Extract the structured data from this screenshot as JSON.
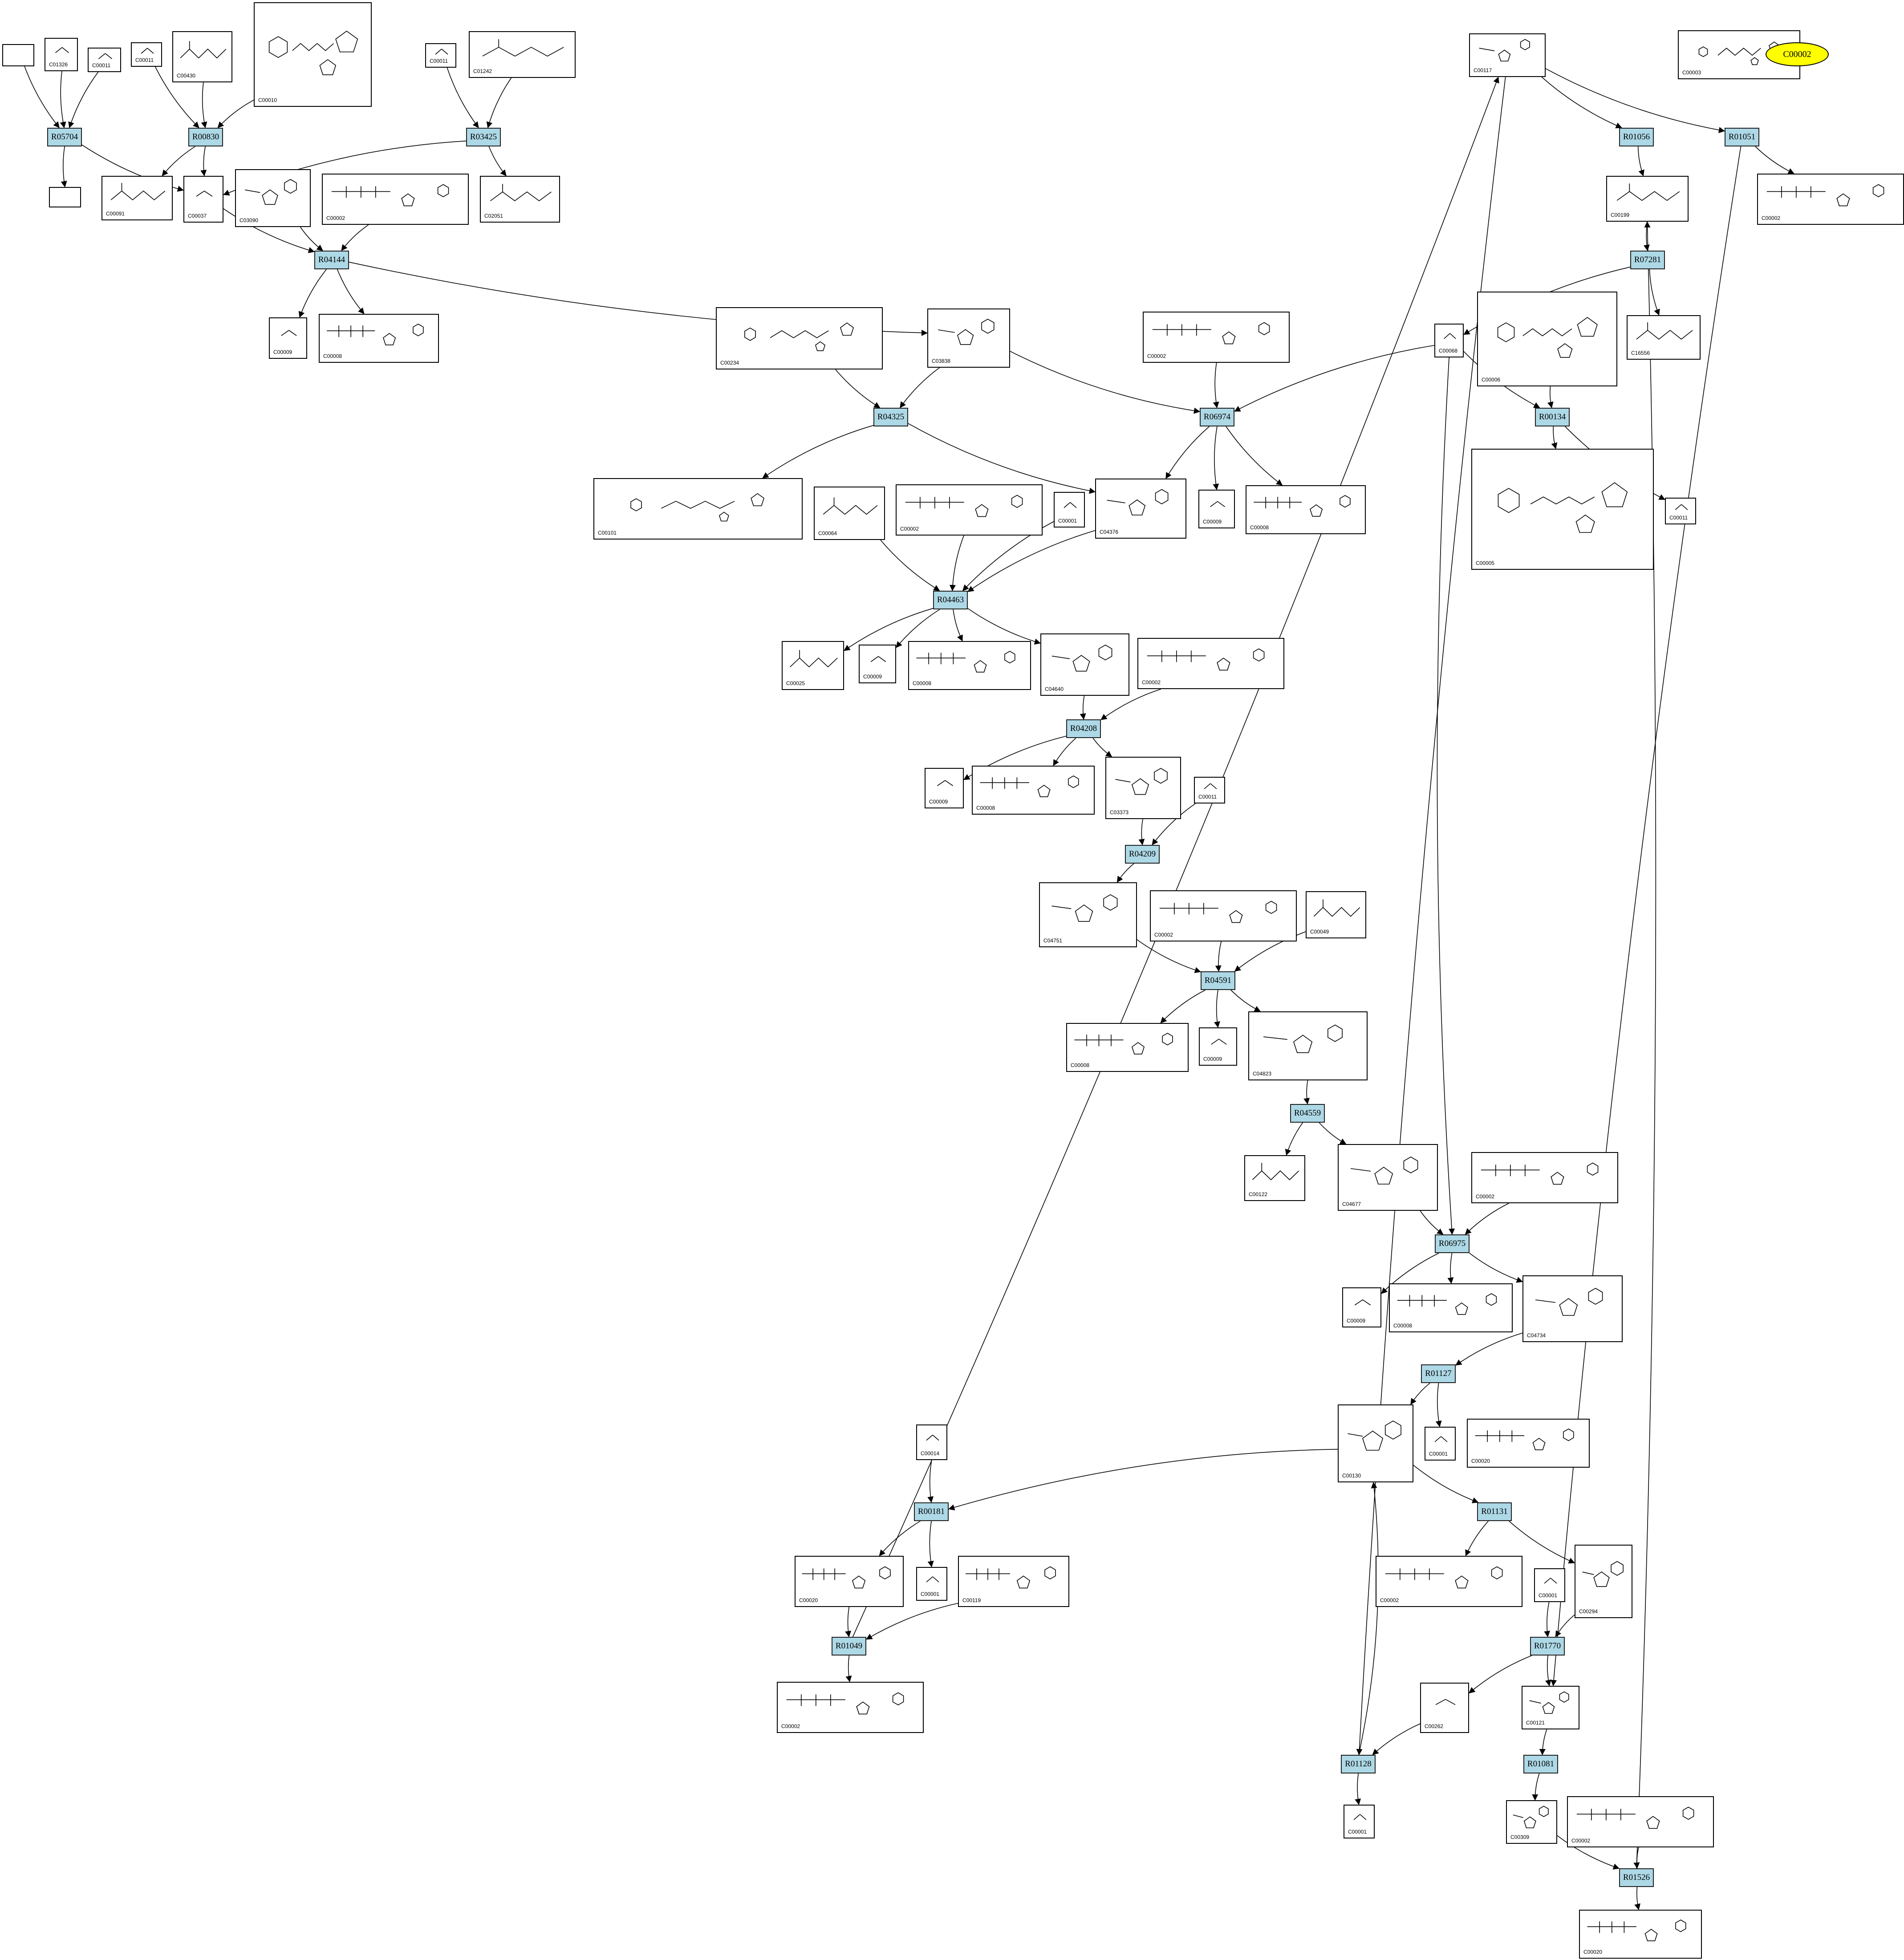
{
  "colors": {
    "reaction_fill": "#add8e6",
    "highlight_fill": "#ffff00",
    "stroke": "#000000"
  },
  "highlight": "C00002",
  "compounds": [
    {
      "id": "blank1",
      "label": "",
      "kind": "blank"
    },
    {
      "id": "blank2",
      "label": "",
      "kind": "blank"
    },
    {
      "id": "C01326",
      "label": "C01326",
      "kind": "small"
    },
    {
      "id": "C00011a",
      "label": "C00011",
      "kind": "small"
    },
    {
      "id": "C00011b",
      "label": "C00011",
      "kind": "small"
    },
    {
      "id": "C00430",
      "label": "C00430",
      "kind": "chain"
    },
    {
      "id": "C00010",
      "label": "C00010",
      "kind": "big"
    },
    {
      "id": "C00011c",
      "label": "C00011",
      "kind": "small"
    },
    {
      "id": "C01242",
      "label": "C01242",
      "kind": "chain"
    },
    {
      "id": "C00091",
      "label": "C00091",
      "kind": "chain"
    },
    {
      "id": "C00037",
      "label": "C00037",
      "kind": "small"
    },
    {
      "id": "C03090",
      "label": "C03090",
      "kind": "sugar"
    },
    {
      "id": "C00002a",
      "label": "C00002",
      "kind": "atp"
    },
    {
      "id": "C02051",
      "label": "C02051",
      "kind": "chain"
    },
    {
      "id": "C00009a",
      "label": "C00009",
      "kind": "small"
    },
    {
      "id": "C00008a",
      "label": "C00008",
      "kind": "atp"
    },
    {
      "id": "C00234",
      "label": "C00234",
      "kind": "big"
    },
    {
      "id": "C03838",
      "label": "C03838",
      "kind": "sugar"
    },
    {
      "id": "C00002b",
      "label": "C00002",
      "kind": "atp"
    },
    {
      "id": "C00101",
      "label": "C00101",
      "kind": "big"
    },
    {
      "id": "C00064",
      "label": "C00064",
      "kind": "chain"
    },
    {
      "id": "C00002c",
      "label": "C00002",
      "kind": "atp"
    },
    {
      "id": "C00001a",
      "label": "C00001",
      "kind": "small"
    },
    {
      "id": "C04376",
      "label": "C04376",
      "kind": "sugar"
    },
    {
      "id": "C00009b",
      "label": "C00009",
      "kind": "small"
    },
    {
      "id": "C00008b",
      "label": "C00008",
      "kind": "atp"
    },
    {
      "id": "C00025",
      "label": "C00025",
      "kind": "chain"
    },
    {
      "id": "C00009c",
      "label": "C00009",
      "kind": "small"
    },
    {
      "id": "C00008c",
      "label": "C00008",
      "kind": "atp"
    },
    {
      "id": "C04640",
      "label": "C04640",
      "kind": "sugar"
    },
    {
      "id": "C00002d",
      "label": "C00002",
      "kind": "atp"
    },
    {
      "id": "C00009d",
      "label": "C00009",
      "kind": "small"
    },
    {
      "id": "C00008d",
      "label": "C00008",
      "kind": "atp"
    },
    {
      "id": "C03373",
      "label": "C03373",
      "kind": "sugar"
    },
    {
      "id": "C00011d",
      "label": "C00011",
      "kind": "small"
    },
    {
      "id": "C04751",
      "label": "C04751",
      "kind": "sugar"
    },
    {
      "id": "C00002e",
      "label": "C00002",
      "kind": "atp"
    },
    {
      "id": "C00049",
      "label": "C00049",
      "kind": "chain"
    },
    {
      "id": "C00008e",
      "label": "C00008",
      "kind": "atp"
    },
    {
      "id": "C00009e",
      "label": "C00009",
      "kind": "small"
    },
    {
      "id": "C04823",
      "label": "C04823",
      "kind": "sugar"
    },
    {
      "id": "C00122",
      "label": "C00122",
      "kind": "chain"
    },
    {
      "id": "C04677",
      "label": "C04677",
      "kind": "sugar"
    },
    {
      "id": "C00002f",
      "label": "C00002",
      "kind": "atp"
    },
    {
      "id": "C00009f",
      "label": "C00009",
      "kind": "small"
    },
    {
      "id": "C00008f",
      "label": "C00008",
      "kind": "atp"
    },
    {
      "id": "C04734",
      "label": "C04734",
      "kind": "sugar"
    },
    {
      "id": "C00117",
      "label": "C00117",
      "kind": "sugar"
    },
    {
      "id": "C00003",
      "label": "C00003",
      "kind": "big"
    },
    {
      "id": "C00020a",
      "label": "C00020",
      "kind": "atp"
    },
    {
      "id": "C00199",
      "label": "C00199",
      "kind": "chain"
    },
    {
      "id": "C00002g",
      "label": "C00002",
      "kind": "atp"
    },
    {
      "id": "C00068",
      "label": "C00068",
      "kind": "small"
    },
    {
      "id": "C00006",
      "label": "C00006",
      "kind": "big"
    },
    {
      "id": "C16556",
      "label": "C16556",
      "kind": "chain"
    },
    {
      "id": "C00005",
      "label": "C00005",
      "kind": "big"
    },
    {
      "id": "C00011e",
      "label": "C00011",
      "kind": "small"
    },
    {
      "id": "C00130",
      "label": "C00130",
      "kind": "sugar"
    },
    {
      "id": "C00001b",
      "label": "C00001",
      "kind": "small"
    },
    {
      "id": "C00020b",
      "label": "C00020",
      "kind": "atp"
    },
    {
      "id": "C00014",
      "label": "C00014",
      "kind": "small"
    },
    {
      "id": "C00001c",
      "label": "C00001",
      "kind": "small"
    },
    {
      "id": "C00020c",
      "label": "C00020",
      "kind": "atp"
    },
    {
      "id": "C00119",
      "label": "C00119",
      "kind": "atp"
    },
    {
      "id": "C00002h",
      "label": "C00002",
      "kind": "atp"
    },
    {
      "id": "C00002i",
      "label": "C00002",
      "kind": "atp"
    },
    {
      "id": "C00001d",
      "label": "C00001",
      "kind": "small"
    },
    {
      "id": "C00294",
      "label": "C00294",
      "kind": "sugar"
    },
    {
      "id": "C00262",
      "label": "C00262",
      "kind": "small"
    },
    {
      "id": "C00121",
      "label": "C00121",
      "kind": "sugar"
    },
    {
      "id": "C00001e",
      "label": "C00001",
      "kind": "small"
    },
    {
      "id": "C00309",
      "label": "C00309",
      "kind": "sugar"
    },
    {
      "id": "C00002j",
      "label": "C00002",
      "kind": "atp"
    },
    {
      "id": "C00020d",
      "label": "C00020",
      "kind": "atp"
    }
  ],
  "reactions": [
    {
      "id": "R05704",
      "label": "R05704"
    },
    {
      "id": "R00830",
      "label": "R00830"
    },
    {
      "id": "R03425",
      "label": "R03425"
    },
    {
      "id": "R04144",
      "label": "R04144"
    },
    {
      "id": "R04325",
      "label": "R04325"
    },
    {
      "id": "R06974",
      "label": "R06974"
    },
    {
      "id": "R04463",
      "label": "R04463"
    },
    {
      "id": "R04208",
      "label": "R04208"
    },
    {
      "id": "R04209",
      "label": "R04209"
    },
    {
      "id": "R04591",
      "label": "R04591"
    },
    {
      "id": "R04559",
      "label": "R04559"
    },
    {
      "id": "R06975",
      "label": "R06975"
    },
    {
      "id": "R01127",
      "label": "R01127"
    },
    {
      "id": "R01056",
      "label": "R01056"
    },
    {
      "id": "R01051",
      "label": "R01051"
    },
    {
      "id": "R07281",
      "label": "R07281"
    },
    {
      "id": "R00134",
      "label": "R00134"
    },
    {
      "id": "R00181",
      "label": "R00181"
    },
    {
      "id": "R01049",
      "label": "R01049"
    },
    {
      "id": "R01131",
      "label": "R01131"
    },
    {
      "id": "R01770",
      "label": "R01770"
    },
    {
      "id": "R01128",
      "label": "R01128"
    },
    {
      "id": "R01081",
      "label": "R01081"
    },
    {
      "id": "R01526",
      "label": "R01526"
    }
  ],
  "edges": [
    [
      "blank1",
      "R05704"
    ],
    [
      "C01326",
      "R05704"
    ],
    [
      "C00011a",
      "R05704"
    ],
    [
      "R05704",
      "C00037"
    ],
    [
      "R05704",
      "blank2"
    ],
    [
      "C00011b",
      "R00830"
    ],
    [
      "C00430",
      "R00830"
    ],
    [
      "C00010",
      "R00830"
    ],
    [
      "R00830",
      "C00091"
    ],
    [
      "R00830",
      "C00037"
    ],
    [
      "C00011c",
      "R03425"
    ],
    [
      "C01242",
      "R03425"
    ],
    [
      "R03425",
      "C00037"
    ],
    [
      "R03425",
      "C02051"
    ],
    [
      "C00037",
      "R04144"
    ],
    [
      "C03090",
      "R04144"
    ],
    [
      "C00002a",
      "R04144"
    ],
    [
      "R04144",
      "C00009a"
    ],
    [
      "R04144",
      "C00008a"
    ],
    [
      "R04144",
      "C03838"
    ],
    [
      "C00234",
      "R04325"
    ],
    [
      "C03838",
      "R04325"
    ],
    [
      "R04325",
      "C00101"
    ],
    [
      "R04325",
      "C04376"
    ],
    [
      "C03838",
      "R06974"
    ],
    [
      "C00002b",
      "R06974"
    ],
    [
      "C00068",
      "R06974"
    ],
    [
      "R06974",
      "C04376"
    ],
    [
      "R06974",
      "C00009b"
    ],
    [
      "R06974",
      "C00008b"
    ],
    [
      "C00064",
      "R04463"
    ],
    [
      "C00002c",
      "R04463"
    ],
    [
      "C00001a",
      "R04463"
    ],
    [
      "C04376",
      "R04463"
    ],
    [
      "R04463",
      "C00025"
    ],
    [
      "R04463",
      "C00009c"
    ],
    [
      "R04463",
      "C00008c"
    ],
    [
      "R04463",
      "C04640"
    ],
    [
      "C04640",
      "R04208"
    ],
    [
      "C00002d",
      "R04208"
    ],
    [
      "R04208",
      "C00009d"
    ],
    [
      "R04208",
      "C00008d"
    ],
    [
      "R04208",
      "C03373"
    ],
    [
      "C03373",
      "R04209"
    ],
    [
      "C00011d",
      "R04209"
    ],
    [
      "R04209",
      "C04751"
    ],
    [
      "C04751",
      "R04591"
    ],
    [
      "C00002e",
      "R04591"
    ],
    [
      "C00049",
      "R04591"
    ],
    [
      "R04591",
      "C00008e"
    ],
    [
      "R04591",
      "C00009e"
    ],
    [
      "R04591",
      "C04823"
    ],
    [
      "C04823",
      "R04559"
    ],
    [
      "R04559",
      "C00122"
    ],
    [
      "R04559",
      "C04677"
    ],
    [
      "C04677",
      "R06975"
    ],
    [
      "C00002f",
      "R06975"
    ],
    [
      "C00068",
      "R06975"
    ],
    [
      "R06975",
      "C00009f"
    ],
    [
      "R06975",
      "C00008f"
    ],
    [
      "R06975",
      "C04734"
    ],
    [
      "C04734",
      "R01127"
    ],
    [
      "R01127",
      "C00130"
    ],
    [
      "R01127",
      "C00001b"
    ],
    [
      "C00117",
      "R01056"
    ],
    [
      "R01056",
      "C00199"
    ],
    [
      "C00117",
      "R01051"
    ],
    [
      "C00020a",
      "R01051"
    ],
    [
      "R01051",
      "C00002g"
    ],
    [
      "C00199",
      "R07281"
    ],
    [
      "R07281",
      "C00068"
    ],
    [
      "R07281",
      "C16556"
    ],
    [
      "C00068",
      "R00134"
    ],
    [
      "C00006",
      "R00134"
    ],
    [
      "R00134",
      "C00005"
    ],
    [
      "R00134",
      "C00011e"
    ],
    [
      "C00130",
      "R00181"
    ],
    [
      "C00014",
      "R00181"
    ],
    [
      "R00181",
      "C00001c"
    ],
    [
      "R00181",
      "C00020c"
    ],
    [
      "C00020c",
      "R01049"
    ],
    [
      "C00119",
      "R01049"
    ],
    [
      "R01049",
      "C00002h"
    ],
    [
      "R01049",
      "C00117"
    ],
    [
      "C00130",
      "R01131"
    ],
    [
      "C00008",
      "R01131"
    ],
    [
      "R01131",
      "C00002i"
    ],
    [
      "R01131",
      "C00294"
    ],
    [
      "C00294",
      "R01770"
    ],
    [
      "C00001d",
      "R01770"
    ],
    [
      "R01770",
      "C00262"
    ],
    [
      "R01770",
      "C00121"
    ],
    [
      "C00117",
      "R01128"
    ],
    [
      "C00262",
      "R01128"
    ],
    [
      "R01128",
      "C00001e"
    ],
    [
      "R01128",
      "C00130"
    ],
    [
      "C00121",
      "R01081"
    ],
    [
      "R01081",
      "C00309"
    ],
    [
      "C00309",
      "R01526"
    ],
    [
      "C00002j",
      "R01526"
    ],
    [
      "R01526",
      "C00020d"
    ],
    [
      "R01526",
      "C00199"
    ],
    [
      "R01051",
      "C00121"
    ]
  ]
}
